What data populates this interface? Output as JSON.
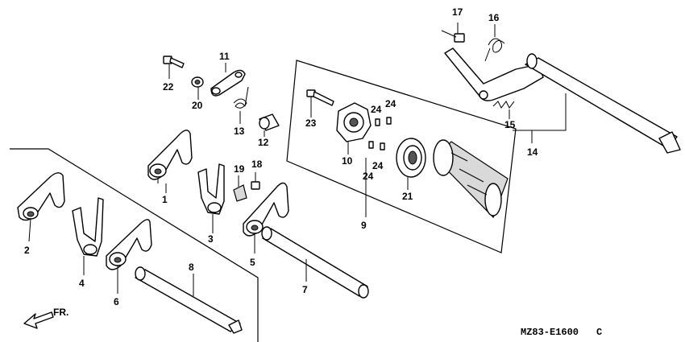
{
  "callouts": {
    "p1": "1",
    "p2": "2",
    "p3": "3",
    "p4": "4",
    "p5": "5",
    "p6": "6",
    "p7": "7",
    "p8": "8",
    "p9": "9",
    "p10": "10",
    "p11": "11",
    "p12": "12",
    "p13": "13",
    "p14": "14",
    "p15": "15",
    "p16": "16",
    "p17": "17",
    "p18": "18",
    "p19": "19",
    "p20": "20",
    "p21": "21",
    "p22": "22",
    "p23": "23",
    "p24a": "24",
    "p24b": "24",
    "p24c": "24",
    "p24d": "24"
  },
  "direction_label": "FR.",
  "diagram_code": "MZ83-E1600",
  "diagram_code_suffix": "C"
}
